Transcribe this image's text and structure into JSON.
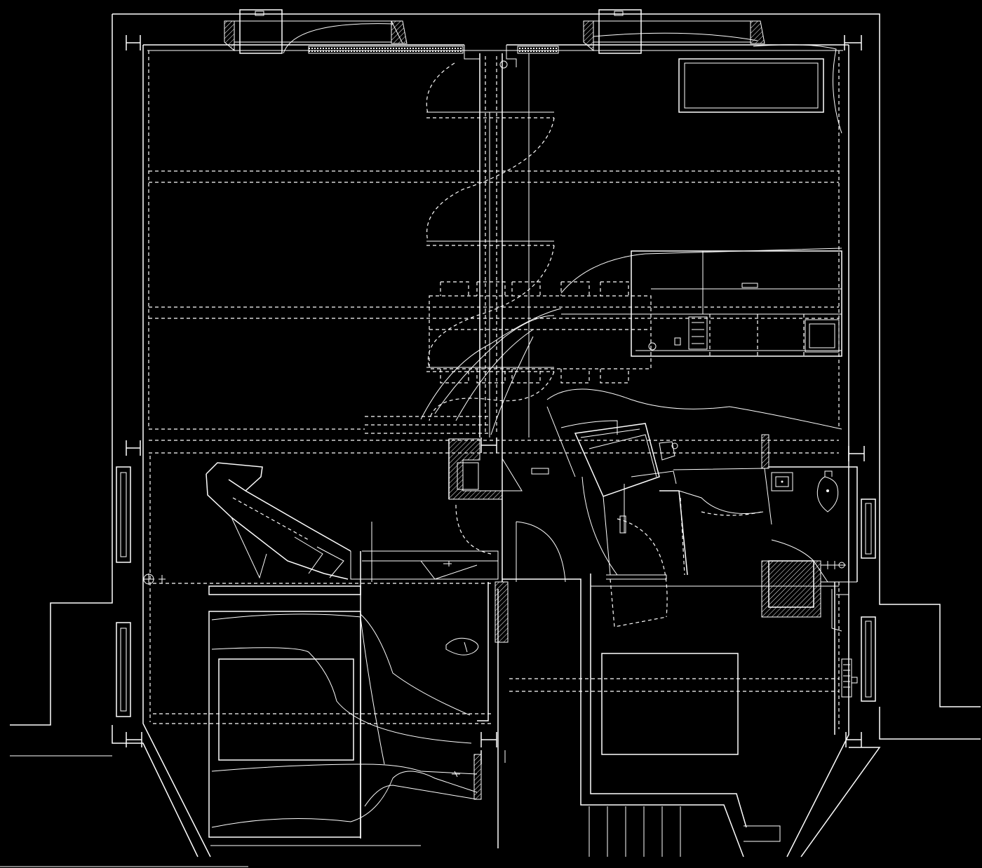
{
  "drawing": {
    "type": "architectural-floor-plan",
    "background": "#000000",
    "line_color": "#ffffff",
    "style": "white CAD linework on black, solid walls, dashed hidden/overhead lines, hatched structural columns"
  },
  "icons": {
    "column_marker": "i-beam-glyph",
    "outlet": "circle-cross-glyph",
    "water_closet": "toilet-glyph",
    "sink": "basin-glyph"
  }
}
